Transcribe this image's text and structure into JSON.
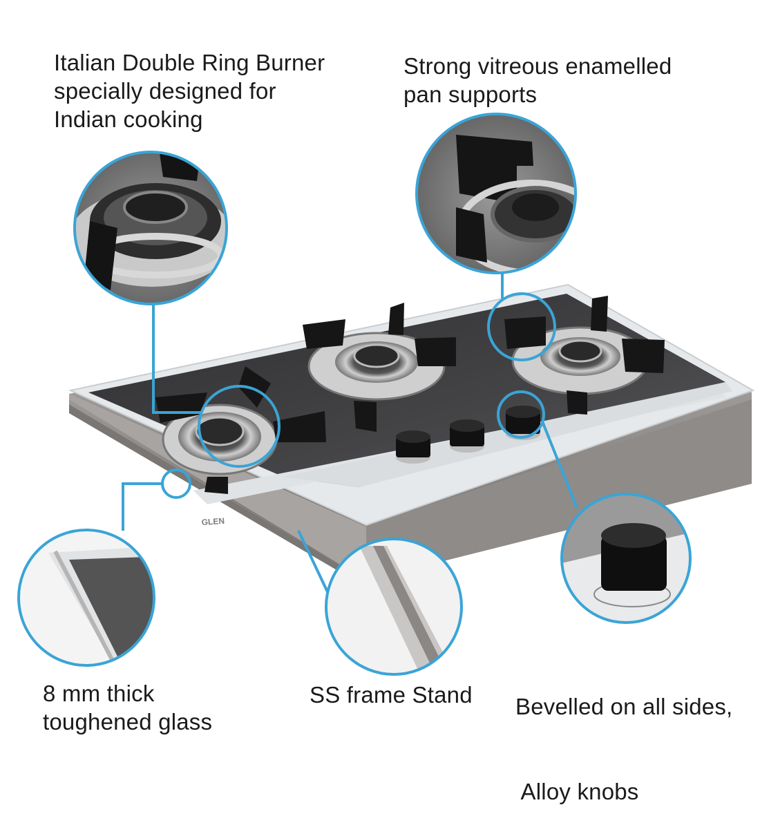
{
  "callouts": {
    "burner": {
      "lines": [
        "Italian Double Ring Burner",
        "specially designed for",
        "Indian cooking"
      ]
    },
    "pan_supports": {
      "lines": [
        "Strong vitreous enamelled",
        "pan supports"
      ]
    },
    "glass": {
      "lines": [
        "8 mm thick",
        "toughened glass"
      ]
    },
    "frame": {
      "lines": [
        "SS frame Stand"
      ]
    },
    "knobs": {
      "lines": [
        "Bevelled on all sides,",
        " Alloy knobs"
      ]
    }
  },
  "product": {
    "brand_mark": "GLEN"
  },
  "colors": {
    "accent_line": "#3aa4d6",
    "glass_top": "#3b3b3d",
    "frame_white": "#e9ecee",
    "steel": "#9a9694"
  }
}
